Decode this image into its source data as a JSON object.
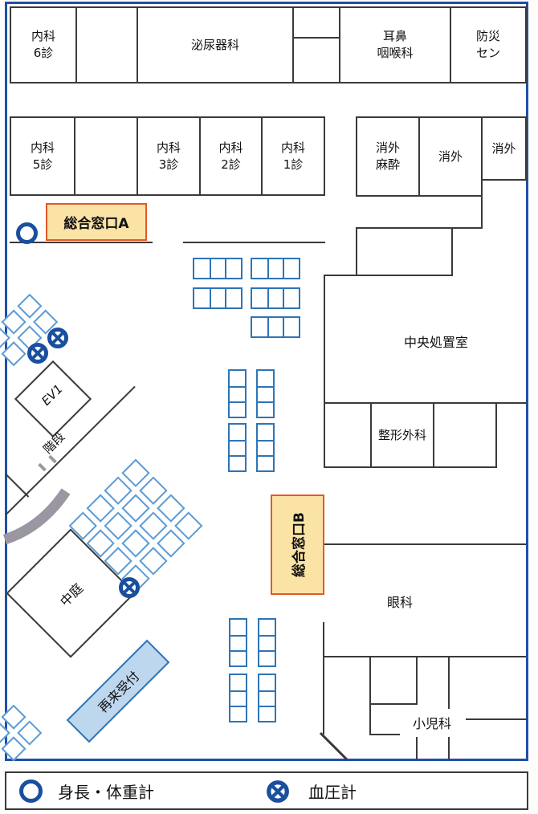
{
  "rooms": {
    "naika6": "内科\n6診",
    "hinyokika": "泌尿器科",
    "jibiinkoka": "耳鼻\n咽喉科",
    "bosai_center": "防災\nセン",
    "naika5": "内科\n5診",
    "naika3": "内科\n3診",
    "naika2": "内科\n2診",
    "naika1": "内科\n1診",
    "shogai_masui": "消外\n麻酔",
    "shogai_1": "消外",
    "shogai_2": "消外",
    "chuo_shochishitsu": "中央処置室",
    "seikeigeka": "整形外科",
    "ganka": "眼科",
    "shonika": "小児科",
    "ev1": "EV1",
    "kaidan": "階段",
    "nakaniwa": "中庭"
  },
  "receptions": {
    "window_a": "総合窓口A",
    "window_b": "総合窓口B",
    "sairai_uketsuke": "再来受付"
  },
  "legend": {
    "scale_label": "身長・体重計",
    "bp_label": "血圧計"
  },
  "colors": {
    "wall": "#3a3a3a",
    "frame_blue": "#1e50a8",
    "seat_blue": "#2e75b6",
    "chair_blue": "#5b9bd5",
    "icon_blue": "#1a4f9d",
    "reception_fill": "#fbe3a6",
    "reception_border": "#e05a28",
    "sairai_fill": "#bdd7ee"
  }
}
